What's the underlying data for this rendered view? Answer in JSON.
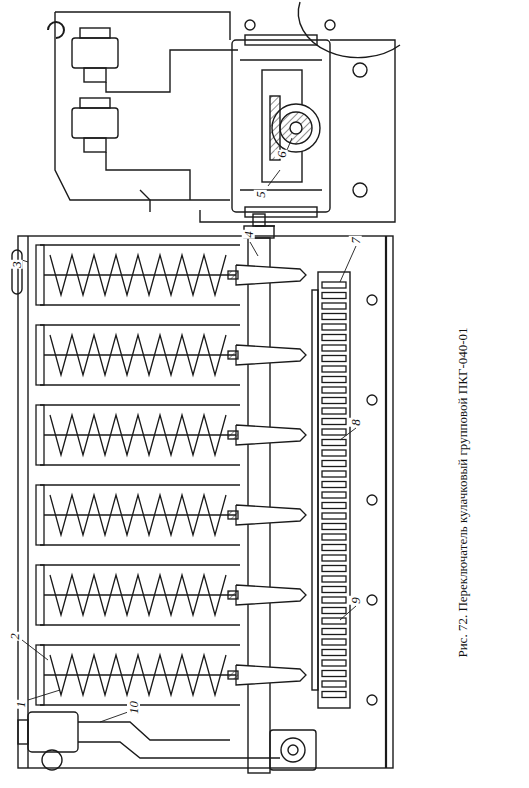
{
  "diagram": {
    "caption": "Рис. 72. Переключатель кулачковый групповой ПКГ-040-01",
    "labels": [
      "3",
      "4",
      "5",
      "6",
      "7",
      "8",
      "9",
      "2",
      "1",
      "10"
    ]
  }
}
